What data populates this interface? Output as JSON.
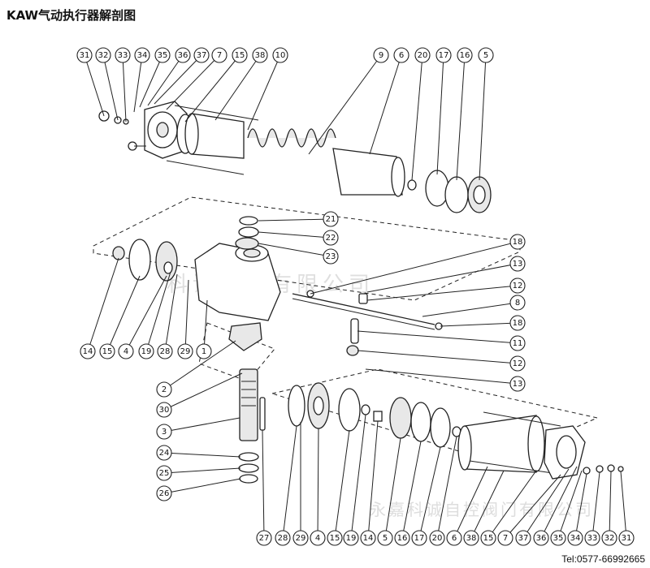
{
  "title": "KAW气动执行器解剖图",
  "watermark_top": "科诚阀门有限公司",
  "watermark_bottom": "永嘉科诚自控阀门有限公司",
  "telephone": "Tel:0577-66992665",
  "callouts_top_row": [
    "31",
    "32",
    "33",
    "34",
    "35",
    "36",
    "37",
    "7",
    "15",
    "38",
    "10",
    "9",
    "6",
    "20",
    "17",
    "16",
    "5"
  ],
  "callouts_right": [
    "21",
    "22",
    "23",
    "18",
    "13",
    "12",
    "8",
    "18",
    "11",
    "12",
    "13"
  ],
  "callouts_left_row": [
    "14",
    "15",
    "4",
    "19",
    "28",
    "29",
    "1"
  ],
  "callouts_center_column": [
    "2",
    "30",
    "3",
    "24",
    "25",
    "26"
  ],
  "callouts_bottom_row": [
    "27",
    "28",
    "29",
    "4",
    "15",
    "19",
    "14",
    "5",
    "16",
    "17",
    "20",
    "6",
    "38",
    "15",
    "7",
    "37",
    "36",
    "35",
    "34",
    "33",
    "32",
    "31"
  ]
}
